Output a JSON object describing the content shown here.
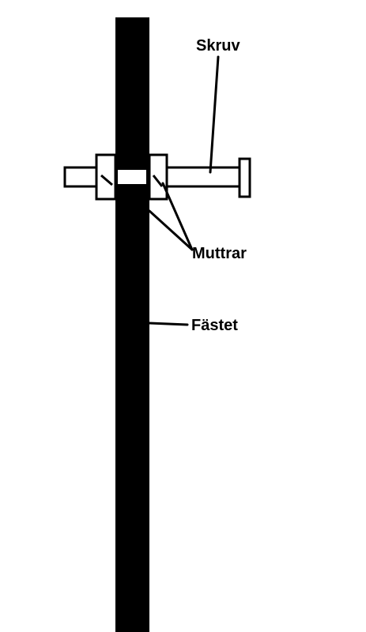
{
  "labels": {
    "screw": "Skruv",
    "nuts": "Muttrar",
    "mount": "Fästet"
  },
  "colors": {
    "background": "#ffffff",
    "ink": "#000000"
  }
}
